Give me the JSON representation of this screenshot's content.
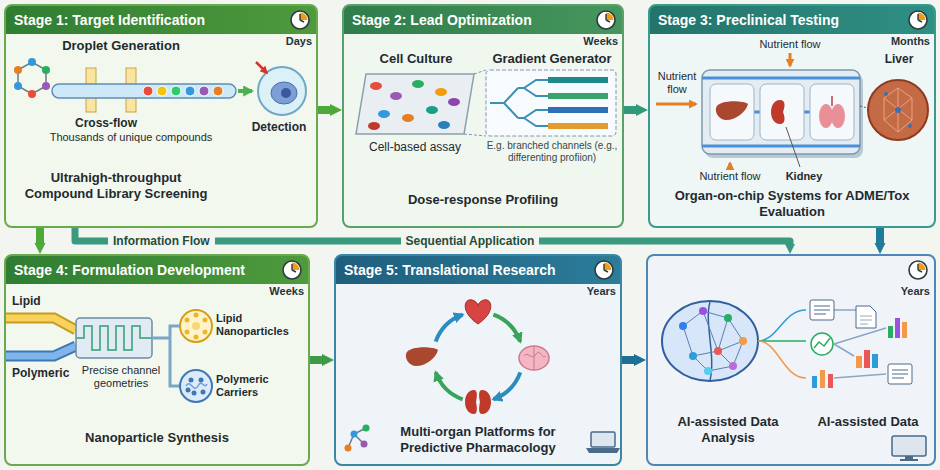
{
  "diagram": {
    "nodes": [
      {
        "text": [
          "Stage 1: Target Identification",
          "Ultrahigh-throughput Compound Library Screening"
        ]
      },
      {
        "text": [
          "Stage 2: Lead Optimization",
          "Dose-response Profiling"
        ]
      },
      {
        "text": [
          "Stage 3: Preclinical Testing",
          "Organ-on-chip Systems for ADME/Tox Evaluation"
        ]
      },
      {
        "text": [
          "Stage 4: Formulation Development",
          "Nanoparticle Synthesis"
        ]
      },
      {
        "text": [
          "Stage 5: Translational Research",
          "Multi-organ Platforms for Predictive Pharmacology"
        ]
      },
      {
        "text": [
          "AI-assisted Data Analysis"
        ]
      }
    ],
    "edges": [
      {
        "from": 0,
        "to": 1,
        "arrow": "to"
      },
      {
        "from": 1,
        "to": 2,
        "arrow": "to"
      },
      {
        "from": 0,
        "to": 3,
        "arrow": "to"
      },
      {
        "from": 0,
        "to": 5,
        "label": "Sequential Application",
        "arrow": "to"
      },
      {
        "from": 2,
        "to": 5,
        "arrow": "to"
      },
      {
        "from": 3,
        "to": 4,
        "arrow": "to"
      },
      {
        "from": 4,
        "to": 5,
        "arrow": "to"
      }
    ],
    "labels": [
      "Days",
      "Droplet Generation",
      "Cross-flow",
      "Thousands of unique compounds",
      "Detection",
      "Weeks",
      "Cell Culture",
      "Gradient Generator",
      "Cell-based assay",
      "E.g. branched channels (e.g., differenting profiion)",
      "Months",
      "Nutrient flow",
      "Nutrient flow",
      "Nutrient flow",
      "Kidney",
      "Liver",
      "Information Flow",
      "Weeks",
      "Lipid",
      "Polymeric",
      "Precise channel geometries",
      "Lipid Nanoparticles",
      "Polymeric Carriers",
      "Years",
      "Years",
      "AI-assisted Data"
    ]
  }
}
